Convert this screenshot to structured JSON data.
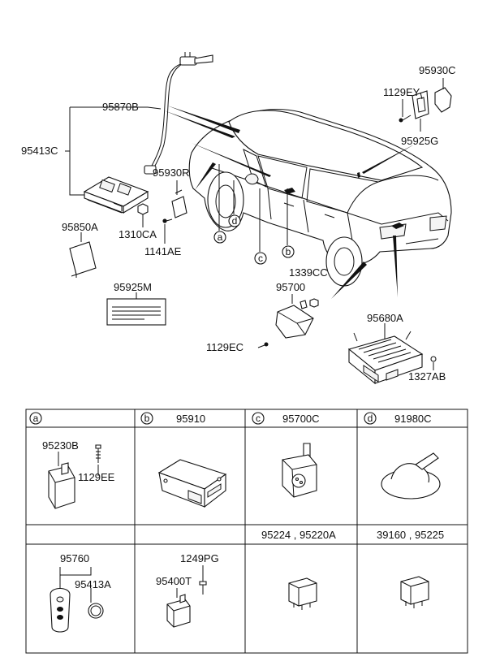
{
  "callouts": {
    "a": "a",
    "b": "b",
    "c": "c",
    "d": "d"
  },
  "labels": {
    "p95930C": "95930C",
    "p1129EY": "1129EY",
    "p95925G": "95925G",
    "p95870B": "95870B",
    "p95413C": "95413C",
    "p95930R": "95930R",
    "p1310CA": "1310CA",
    "p1141AE": "1141AE",
    "p95850A": "95850A",
    "p95925M": "95925M",
    "p1339CC": "1339CC",
    "p95700": "95700",
    "p1129EC": "1129EC",
    "p95680A": "95680A",
    "p1327AB": "1327AB"
  },
  "table": {
    "row1_headers": [
      {
        "circle": "a",
        "part": ""
      },
      {
        "circle": "b",
        "part": "95910"
      },
      {
        "circle": "c",
        "part": "95700C"
      },
      {
        "circle": "d",
        "part": "91980C"
      }
    ],
    "cell_a": {
      "p1": "95230B",
      "p2": "1129EE"
    },
    "row2_headers": [
      "",
      "",
      "95224 , 95220A",
      "39160 , 95225"
    ],
    "cell_keys": {
      "p1": "95760",
      "p2": "95413A"
    },
    "cell_sensor": {
      "p1": "1249PG",
      "p2": "95400T"
    }
  },
  "colors": {
    "line": "#111111",
    "background": "#ffffff"
  }
}
